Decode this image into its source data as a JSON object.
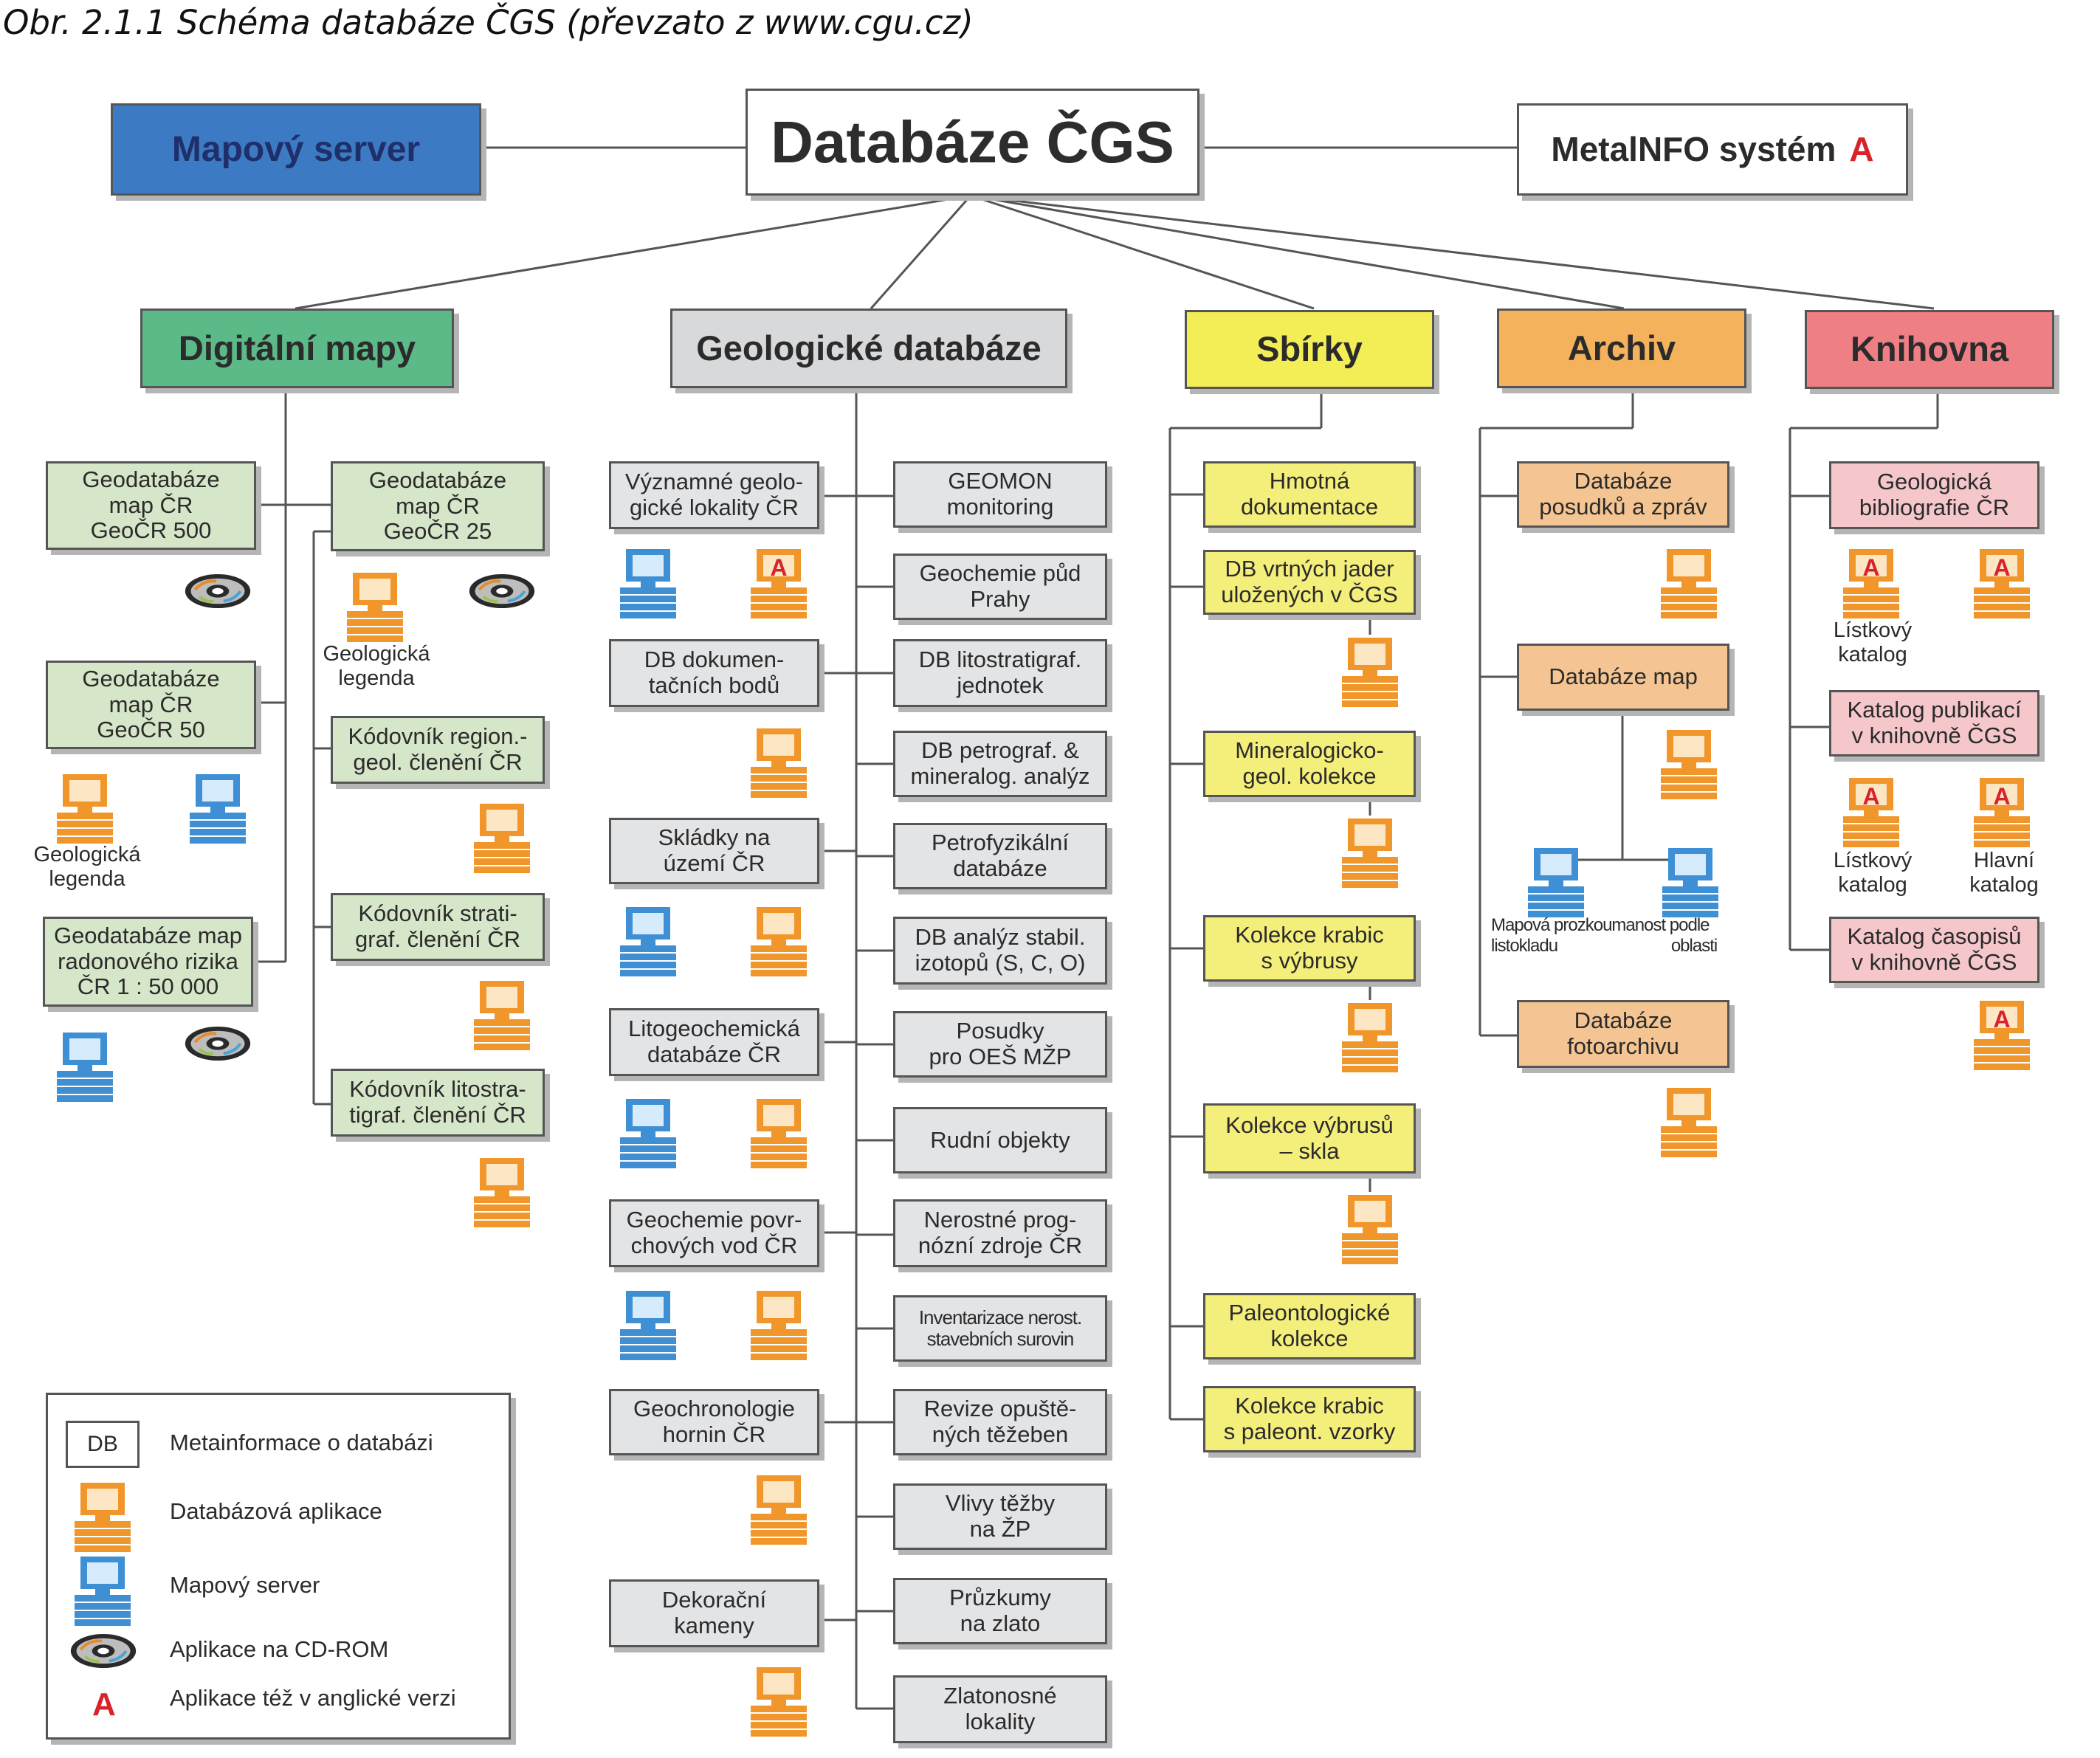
{
  "caption": "Obr. 2.1.1 Schéma databáze ČGS (převzato z www.cgu.cz)",
  "root": "Databáze ČGS",
  "map_server": "Mapový server",
  "metalinfo": {
    "text": "MetalNFO systém",
    "a": "A"
  },
  "categories": {
    "dig": "Digitální mapy",
    "geo": "Geologické databáze",
    "sb": "Sbírky",
    "ar": "Archiv",
    "kn": "Knihovna"
  },
  "dig": {
    "geocr500": "Geodatabáze\nmap ČR\nGeoČR 500",
    "geocr25": "Geodatabáze\nmap ČR\nGeoČR 25",
    "legend1": "Geologická\nlegenda",
    "geocr50": "Geodatabáze\nmap ČR\nGeoČR 50",
    "legend2": "Geologická\nlegenda",
    "region": "Kódovník region.-\ngeol. členění ČR",
    "radon": "Geodatabáze map\nradonového rizika\nČR 1 : 50 000",
    "strati": "Kódovník strati-\ngraf. členění ČR",
    "litostrati": "Kódovník litostra-\ntigraf. členění ČR"
  },
  "geo_left": [
    "Významné geolo-\ngické lokality ČR",
    "DB dokumen-\ntačních bodů",
    "Skládky na\núzemí ČR",
    "Litogeochemická\ndatabáze ČR",
    "Geochemie povr-\nchových vod ČR",
    "Geochronologie\nhornin ČR",
    "Dekorační\nkameny"
  ],
  "geo_right": [
    "GEOMON\nmonitoring",
    "Geochemie půd\nPrahy",
    "DB litostratigraf.\njednotek",
    "DB petrograf. &\nmineralog. analýz",
    "Petrofyzikální\ndatabáze",
    "DB analýz stabil.\nizotopů (S, C, O)",
    "Posudky\npro OEŠ MŽP",
    "Rudní objekty",
    "Nerostné prog-\nnózní zdroje ČR",
    "Inventarizace nerost.\nstavebních surovin",
    "Revize opuště-\nných těžeben",
    "Vlivy těžby\nna ŽP",
    "Průzkumy\nna zlato",
    "Zlatonosné\nlokality"
  ],
  "sb": [
    "Hmotná\ndokumentace",
    "DB vrtných jader\nuložených v ČGS",
    "Mineralogicko-\ngeol. kolekce",
    "Kolekce krabic\ns výbrusy",
    "Kolekce výbrusů\n– skla",
    "Paleontologické\nkolekce",
    "Kolekce krabic\ns paleont. vzorky"
  ],
  "ar": {
    "posudky": "Databáze\nposudků a zpráv",
    "mapy": "Databáze map",
    "label_left": "Mapová prozkoumanost podle\nlistokladu",
    "label_right": "oblasti",
    "foto": "Databáze\nfotoarchivu"
  },
  "kn": {
    "bibl": "Geologická\nbibliografie ČR",
    "listkovy1": "Lístkový\nkatalog",
    "publikaci": "Katalog publikací\nv knihovně ČGS",
    "listkovy2": "Lístkový\nkatalog",
    "hlavni": "Hlavní\nkatalog",
    "casopisu": "Katalog časopisů\nv knihovně ČGS"
  },
  "legend": {
    "db": "DB",
    "db_text": "Metainformace o databázi",
    "app_text": "Databázová aplikace",
    "map_text": "Mapový server",
    "cd_text": "Aplikace na CD-ROM",
    "a": "A",
    "a_text": "Aplikace též v anglické verzi"
  },
  "colors": {
    "map_server": "#3d7ac4",
    "digital": "#5cba88",
    "geological": "#d8d9db",
    "collections": "#f4ee56",
    "archive": "#f5b25c",
    "library": "#ee7f85",
    "app_icon": "#f0962a",
    "map_icon": "#3e8fd3",
    "english_a": "#d8232a"
  },
  "icons": [
    "orange-computer-icon",
    "blue-computer-icon",
    "cd-rom-icon",
    "english-a-icon"
  ]
}
